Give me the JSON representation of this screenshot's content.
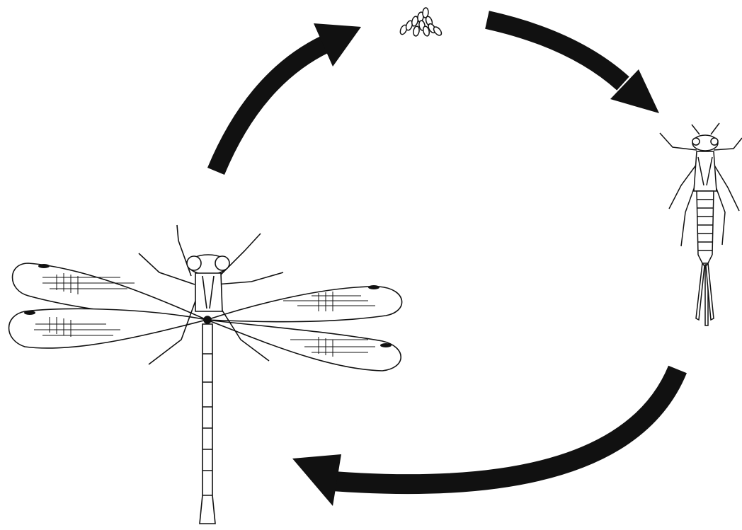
{
  "diagram": {
    "stages": [
      {
        "id": "eggs",
        "icon": "egg-cluster-icon"
      },
      {
        "id": "nymph",
        "icon": "nymph-icon"
      },
      {
        "id": "adult",
        "icon": "damselfly-adult-icon"
      }
    ],
    "arrows": [
      {
        "from": "adult",
        "to": "eggs",
        "icon": "curved-arrow-icon"
      },
      {
        "from": "eggs",
        "to": "nymph",
        "icon": "curved-arrow-icon"
      },
      {
        "from": "nymph",
        "to": "adult",
        "icon": "curved-arrow-icon"
      }
    ],
    "colors": {
      "ink": "#111111",
      "background": "#ffffff"
    }
  }
}
